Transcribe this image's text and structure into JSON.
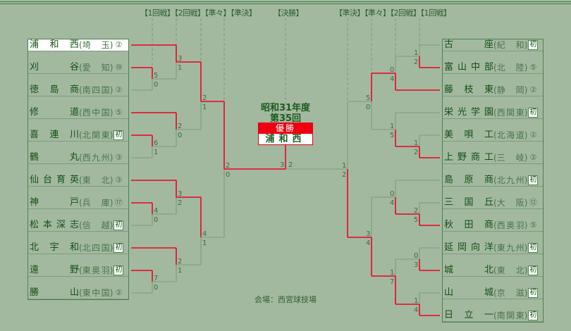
{
  "header": {
    "left_rounds": "【1回戦】【2回戦】【準々】【準決】",
    "final": "【決勝】",
    "right_rounds": "【準決】【準々】【2回戦】【1回戦】"
  },
  "center": {
    "year": "昭和31年度",
    "edition": "第35回",
    "champion_label": "優勝",
    "champion": "浦和西"
  },
  "venue": "会場：西宮球技場",
  "left_teams": [
    {
      "name": "浦和西",
      "pref": "埼玉",
      "badge": "②"
    },
    {
      "name": "刈谷",
      "pref": "愛知",
      "badge": "⑩"
    },
    {
      "name": "徳島商",
      "pref": "南四国",
      "badge": "②"
    },
    {
      "name": "修道",
      "pref": "西中国",
      "badge": "⑤"
    },
    {
      "name": "喜連川",
      "pref": "北関東",
      "badge": "初"
    },
    {
      "name": "鶴丸",
      "pref": "西九州",
      "badge": "③"
    },
    {
      "name": "仙台育英",
      "pref": "東北",
      "badge": "③"
    },
    {
      "name": "神戸",
      "pref": "兵庫",
      "badge": "⑰"
    },
    {
      "name": "松本深志",
      "pref": "信越",
      "badge": "初"
    },
    {
      "name": "北宇和",
      "pref": "北四国",
      "badge": "初"
    },
    {
      "name": "遠野",
      "pref": "東奥羽",
      "badge": "初"
    },
    {
      "name": "勝山",
      "pref": "東中国",
      "badge": "②"
    }
  ],
  "right_teams": [
    {
      "name": "古座",
      "pref": "紀和",
      "badge": "初"
    },
    {
      "name": "富山中部",
      "pref": "北陸",
      "badge": "⑤"
    },
    {
      "name": "藤枝東",
      "pref": "静岡",
      "badge": "②"
    },
    {
      "name": "栄光学園",
      "pref": "西関東",
      "badge": "初"
    },
    {
      "name": "美唄工",
      "pref": "北海道",
      "badge": "②"
    },
    {
      "name": "上野商工",
      "pref": "三岐",
      "badge": "②"
    },
    {
      "name": "島原商",
      "pref": "北九州",
      "badge": "初"
    },
    {
      "name": "三国丘",
      "pref": "大阪",
      "badge": "⑫"
    },
    {
      "name": "秋田商",
      "pref": "西奥羽",
      "badge": "⑤"
    },
    {
      "name": "延岡向洋",
      "pref": "東九州",
      "badge": "初"
    },
    {
      "name": "城北",
      "pref": "東北",
      "badge": "初"
    },
    {
      "name": "山城",
      "pref": "京滋",
      "badge": "初"
    },
    {
      "name": "日立一",
      "pref": "南関東",
      "badge": "初"
    }
  ],
  "scores": {
    "L1a": [
      5,
      0
    ],
    "L2a": [
      3,
      1
    ],
    "L1b": [
      6,
      1
    ],
    "L2b": [
      2,
      0
    ],
    "L3a": [
      2,
      1
    ],
    "L1c": [
      4,
      0
    ],
    "L2c": [
      3,
      2
    ],
    "L1d": [
      7,
      0
    ],
    "L2d": [
      2,
      1
    ],
    "L3b": [
      4,
      1
    ],
    "LS": [
      2,
      0
    ],
    "R1a": [
      1,
      2
    ],
    "R2a": [
      0,
      4
    ],
    "R1b": [
      1,
      2
    ],
    "R2b": [
      1,
      5
    ],
    "R3a": [
      5,
      0
    ],
    "R1c": [
      2,
      5
    ],
    "R2c": [
      0,
      4
    ],
    "R1d": [
      0,
      3
    ],
    "R1e": [
      1,
      4
    ],
    "R2d": [
      1,
      7
    ],
    "R3b": [
      3,
      4
    ],
    "RS": [
      1,
      2
    ],
    "F": [
      3,
      2
    ]
  },
  "colors": {
    "win_line": "#f00020",
    "line": "#7d9c7b",
    "text": "#154f15"
  }
}
